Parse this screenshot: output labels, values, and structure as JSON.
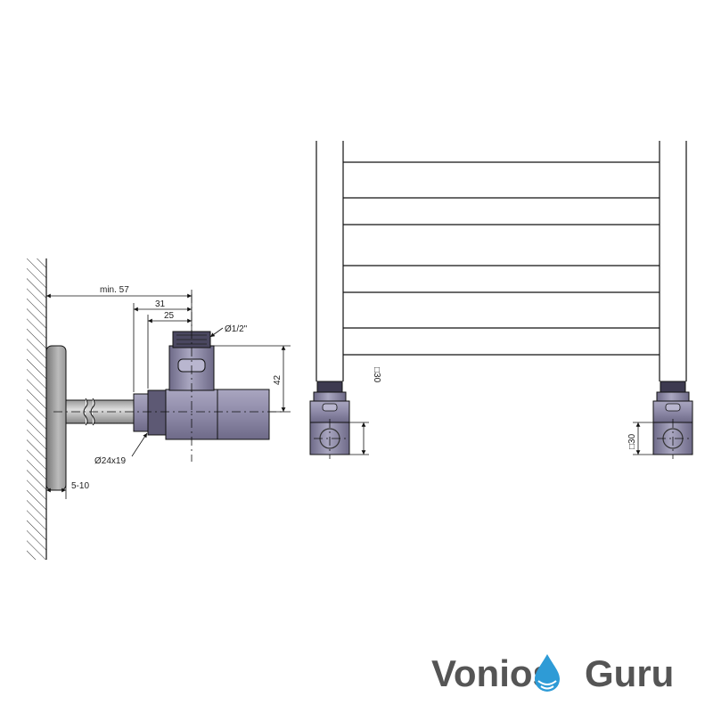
{
  "dimensions": {
    "min_57": "min. 57",
    "d31": "31",
    "d25": "25",
    "thread": "Ø1/2\"",
    "height_42": "42",
    "pipe": "Ø24x19",
    "wall_gap": "5-10",
    "square_right": "□30",
    "square_left": "□30"
  },
  "logo": {
    "part1": "Vonios",
    "part2": "Guru"
  },
  "colors": {
    "valve_body": "#8e8aa8",
    "valve_dark": "#5d5974",
    "logo_gray": "#555555",
    "logo_blue": "#2e9bd6"
  }
}
